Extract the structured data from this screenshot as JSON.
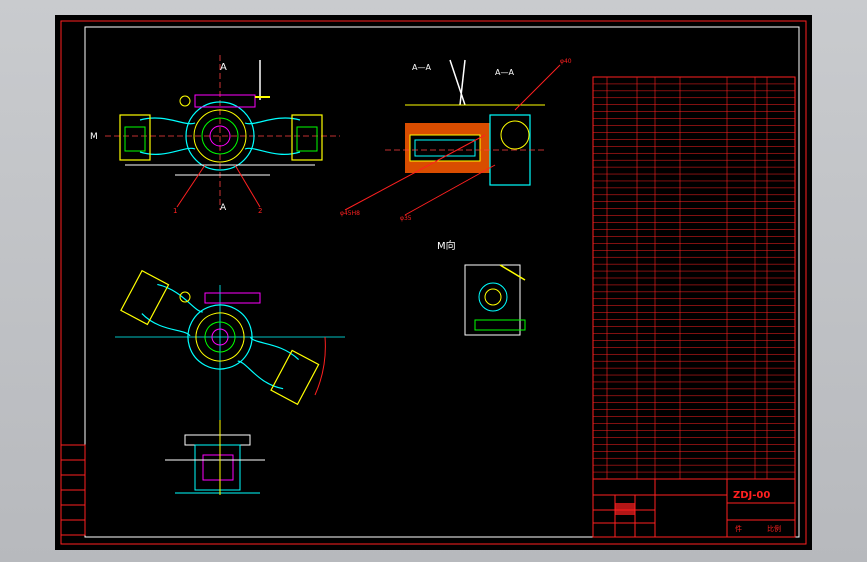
{
  "drawing": {
    "section_label_a_top": "A",
    "section_label_a_bottom": "A",
    "section_title": "A—A",
    "section_title_2": "A—A",
    "view_m_label": "M",
    "view_m_title": "M向",
    "callout_1": "1",
    "callout_2": "2",
    "balloon_labels": [
      "φ45H8",
      "φ35",
      "φ40"
    ]
  },
  "title_block": {
    "drawing_number": "ZDJ-00",
    "material_note": "件",
    "scale_note": "比例"
  },
  "colors": {
    "background": "#000000",
    "frame": "#ff0000",
    "white_line": "#ffffff",
    "cyan": "#00ffff",
    "yellow": "#ffff00",
    "green": "#00ff00",
    "magenta": "#ff00ff"
  }
}
